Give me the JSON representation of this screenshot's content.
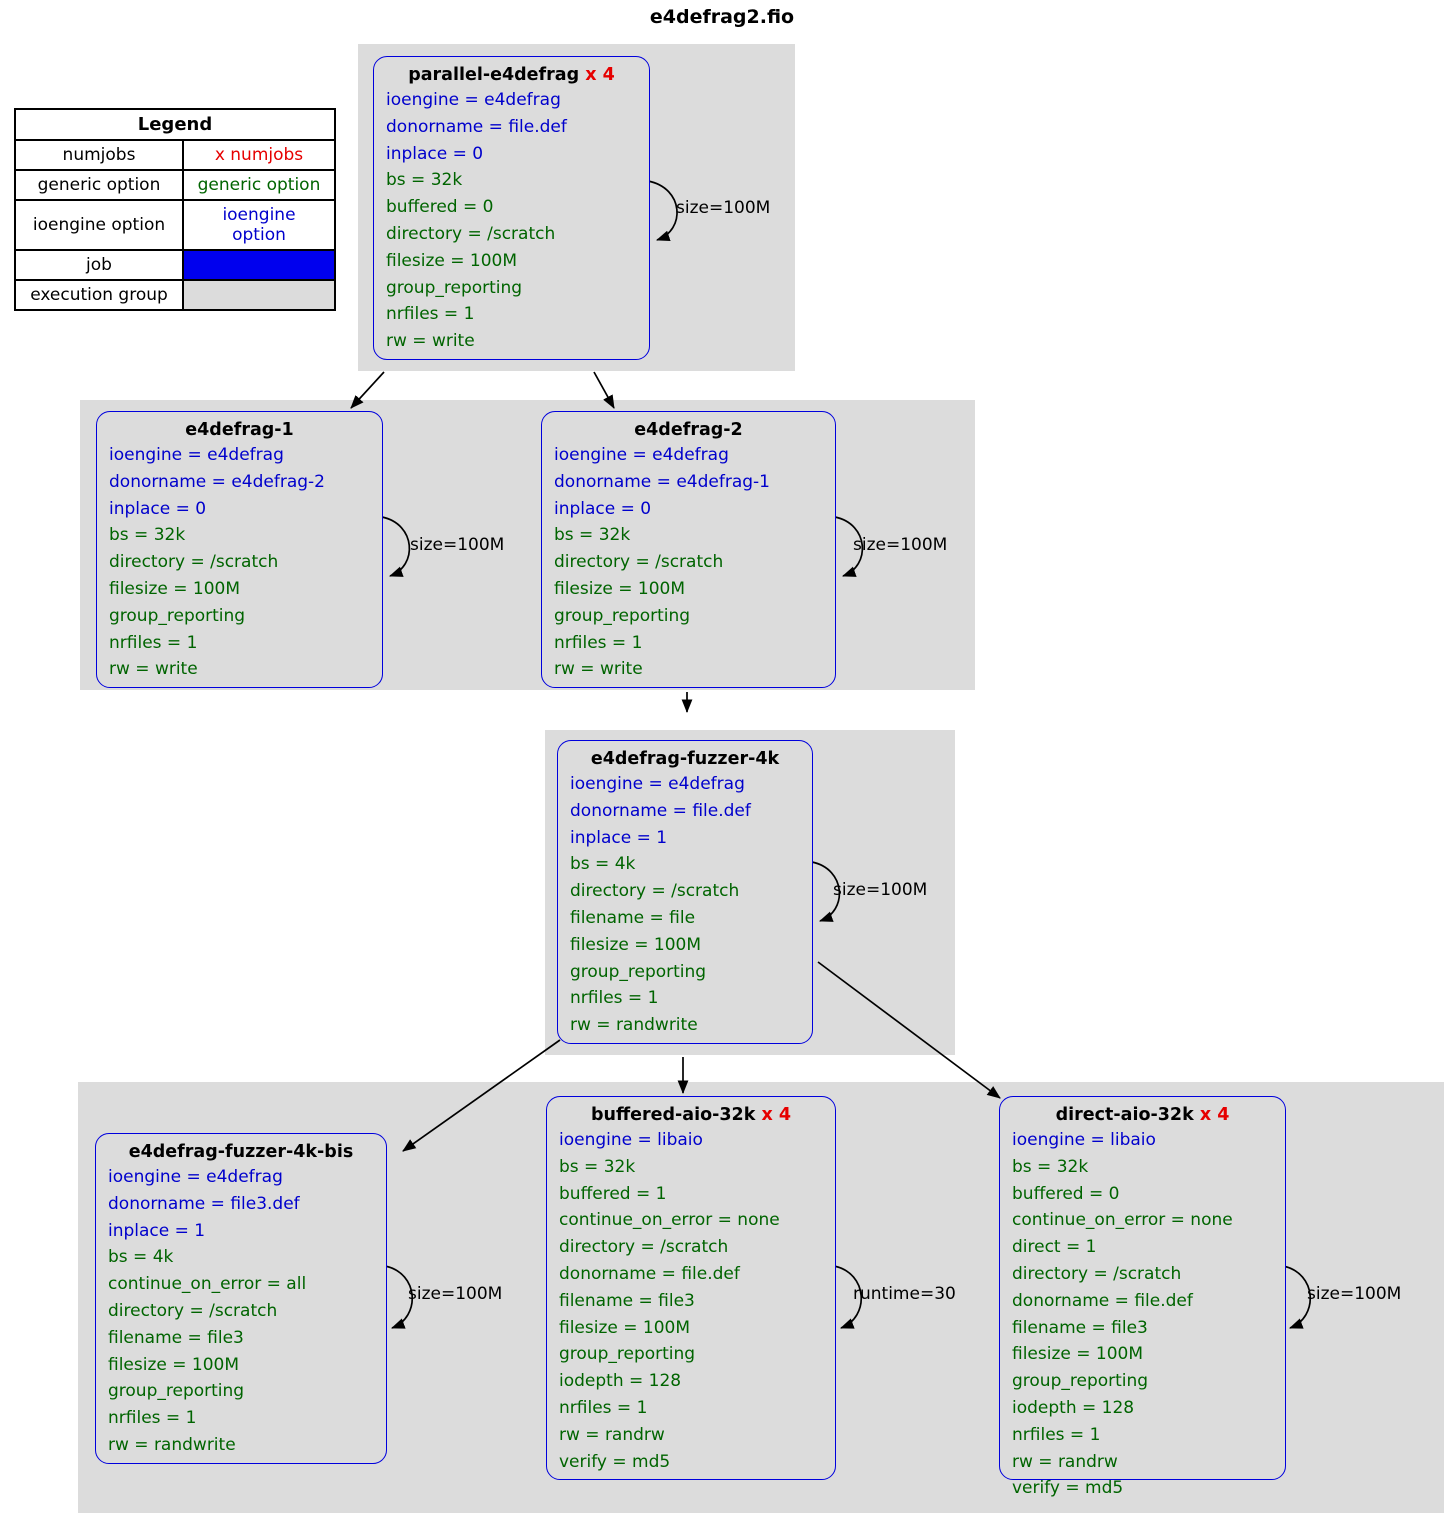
{
  "title": "e4defrag2.fio",
  "colors": {
    "numjobs": "#e60000",
    "generic_option": "#006400",
    "ioengine_option": "#0000cc",
    "job_border": "#0000dd",
    "job_fill": "#0000ee",
    "execution_group_fill": "#dcdcdc"
  },
  "legend": {
    "header": "Legend",
    "rows": [
      {
        "label": "numjobs",
        "value": "x numjobs"
      },
      {
        "label": "generic option",
        "value": "generic option"
      },
      {
        "label": "ioengine option",
        "value": "ioengine option"
      },
      {
        "label": "job",
        "value": ""
      },
      {
        "label": "execution group",
        "value": ""
      }
    ]
  },
  "jobs": [
    {
      "name": "parallel-e4defrag",
      "numjobs": "x 4",
      "self_edge_label": "size=100M",
      "options": [
        {
          "text": "ioengine = e4defrag",
          "kind": "ioengine"
        },
        {
          "text": "donorname = file.def",
          "kind": "ioengine"
        },
        {
          "text": "inplace = 0",
          "kind": "ioengine"
        },
        {
          "text": "bs = 32k",
          "kind": "generic"
        },
        {
          "text": "buffered = 0",
          "kind": "generic"
        },
        {
          "text": "directory = /scratch",
          "kind": "generic"
        },
        {
          "text": "filesize = 100M",
          "kind": "generic"
        },
        {
          "text": "group_reporting",
          "kind": "generic"
        },
        {
          "text": "nrfiles = 1",
          "kind": "generic"
        },
        {
          "text": "rw = write",
          "kind": "generic"
        }
      ]
    },
    {
      "name": "e4defrag-1",
      "numjobs": "",
      "self_edge_label": "size=100M",
      "options": [
        {
          "text": "ioengine = e4defrag",
          "kind": "ioengine"
        },
        {
          "text": "donorname = e4defrag-2",
          "kind": "ioengine"
        },
        {
          "text": "inplace = 0",
          "kind": "ioengine"
        },
        {
          "text": "bs = 32k",
          "kind": "generic"
        },
        {
          "text": "directory = /scratch",
          "kind": "generic"
        },
        {
          "text": "filesize = 100M",
          "kind": "generic"
        },
        {
          "text": "group_reporting",
          "kind": "generic"
        },
        {
          "text": "nrfiles = 1",
          "kind": "generic"
        },
        {
          "text": "rw = write",
          "kind": "generic"
        }
      ]
    },
    {
      "name": "e4defrag-2",
      "numjobs": "",
      "self_edge_label": "size=100M",
      "options": [
        {
          "text": "ioengine = e4defrag",
          "kind": "ioengine"
        },
        {
          "text": "donorname = e4defrag-1",
          "kind": "ioengine"
        },
        {
          "text": "inplace = 0",
          "kind": "ioengine"
        },
        {
          "text": "bs = 32k",
          "kind": "generic"
        },
        {
          "text": "directory = /scratch",
          "kind": "generic"
        },
        {
          "text": "filesize = 100M",
          "kind": "generic"
        },
        {
          "text": "group_reporting",
          "kind": "generic"
        },
        {
          "text": "nrfiles = 1",
          "kind": "generic"
        },
        {
          "text": "rw = write",
          "kind": "generic"
        }
      ]
    },
    {
      "name": "e4defrag-fuzzer-4k",
      "numjobs": "",
      "self_edge_label": "size=100M",
      "options": [
        {
          "text": "ioengine = e4defrag",
          "kind": "ioengine"
        },
        {
          "text": "donorname = file.def",
          "kind": "ioengine"
        },
        {
          "text": "inplace = 1",
          "kind": "ioengine"
        },
        {
          "text": "bs = 4k",
          "kind": "generic"
        },
        {
          "text": "directory = /scratch",
          "kind": "generic"
        },
        {
          "text": "filename = file",
          "kind": "generic"
        },
        {
          "text": "filesize = 100M",
          "kind": "generic"
        },
        {
          "text": "group_reporting",
          "kind": "generic"
        },
        {
          "text": "nrfiles = 1",
          "kind": "generic"
        },
        {
          "text": "rw = randwrite",
          "kind": "generic"
        }
      ]
    },
    {
      "name": "e4defrag-fuzzer-4k-bis",
      "numjobs": "",
      "self_edge_label": "size=100M",
      "options": [
        {
          "text": "ioengine = e4defrag",
          "kind": "ioengine"
        },
        {
          "text": "donorname = file3.def",
          "kind": "ioengine"
        },
        {
          "text": "inplace = 1",
          "kind": "ioengine"
        },
        {
          "text": "bs = 4k",
          "kind": "generic"
        },
        {
          "text": "continue_on_error = all",
          "kind": "generic"
        },
        {
          "text": "directory = /scratch",
          "kind": "generic"
        },
        {
          "text": "filename = file3",
          "kind": "generic"
        },
        {
          "text": "filesize = 100M",
          "kind": "generic"
        },
        {
          "text": "group_reporting",
          "kind": "generic"
        },
        {
          "text": "nrfiles = 1",
          "kind": "generic"
        },
        {
          "text": "rw = randwrite",
          "kind": "generic"
        }
      ]
    },
    {
      "name": "buffered-aio-32k",
      "numjobs": "x 4",
      "self_edge_label": "runtime=30",
      "options": [
        {
          "text": "ioengine = libaio",
          "kind": "ioengine"
        },
        {
          "text": "bs = 32k",
          "kind": "generic"
        },
        {
          "text": "buffered = 1",
          "kind": "generic"
        },
        {
          "text": "continue_on_error = none",
          "kind": "generic"
        },
        {
          "text": "directory = /scratch",
          "kind": "generic"
        },
        {
          "text": "donorname = file.def",
          "kind": "generic"
        },
        {
          "text": "filename = file3",
          "kind": "generic"
        },
        {
          "text": "filesize = 100M",
          "kind": "generic"
        },
        {
          "text": "group_reporting",
          "kind": "generic"
        },
        {
          "text": "iodepth = 128",
          "kind": "generic"
        },
        {
          "text": "nrfiles = 1",
          "kind": "generic"
        },
        {
          "text": "rw = randrw",
          "kind": "generic"
        },
        {
          "text": "verify = md5",
          "kind": "generic"
        }
      ]
    },
    {
      "name": "direct-aio-32k",
      "numjobs": "x 4",
      "self_edge_label": "size=100M",
      "options": [
        {
          "text": "ioengine = libaio",
          "kind": "ioengine"
        },
        {
          "text": "bs = 32k",
          "kind": "generic"
        },
        {
          "text": "buffered = 0",
          "kind": "generic"
        },
        {
          "text": "continue_on_error = none",
          "kind": "generic"
        },
        {
          "text": "direct = 1",
          "kind": "generic"
        },
        {
          "text": "directory = /scratch",
          "kind": "generic"
        },
        {
          "text": "donorname = file.def",
          "kind": "generic"
        },
        {
          "text": "filename = file3",
          "kind": "generic"
        },
        {
          "text": "filesize = 100M",
          "kind": "generic"
        },
        {
          "text": "group_reporting",
          "kind": "generic"
        },
        {
          "text": "iodepth = 128",
          "kind": "generic"
        },
        {
          "text": "nrfiles = 1",
          "kind": "generic"
        },
        {
          "text": "rw = randrw",
          "kind": "generic"
        },
        {
          "text": "verify = md5",
          "kind": "generic"
        }
      ]
    }
  ]
}
